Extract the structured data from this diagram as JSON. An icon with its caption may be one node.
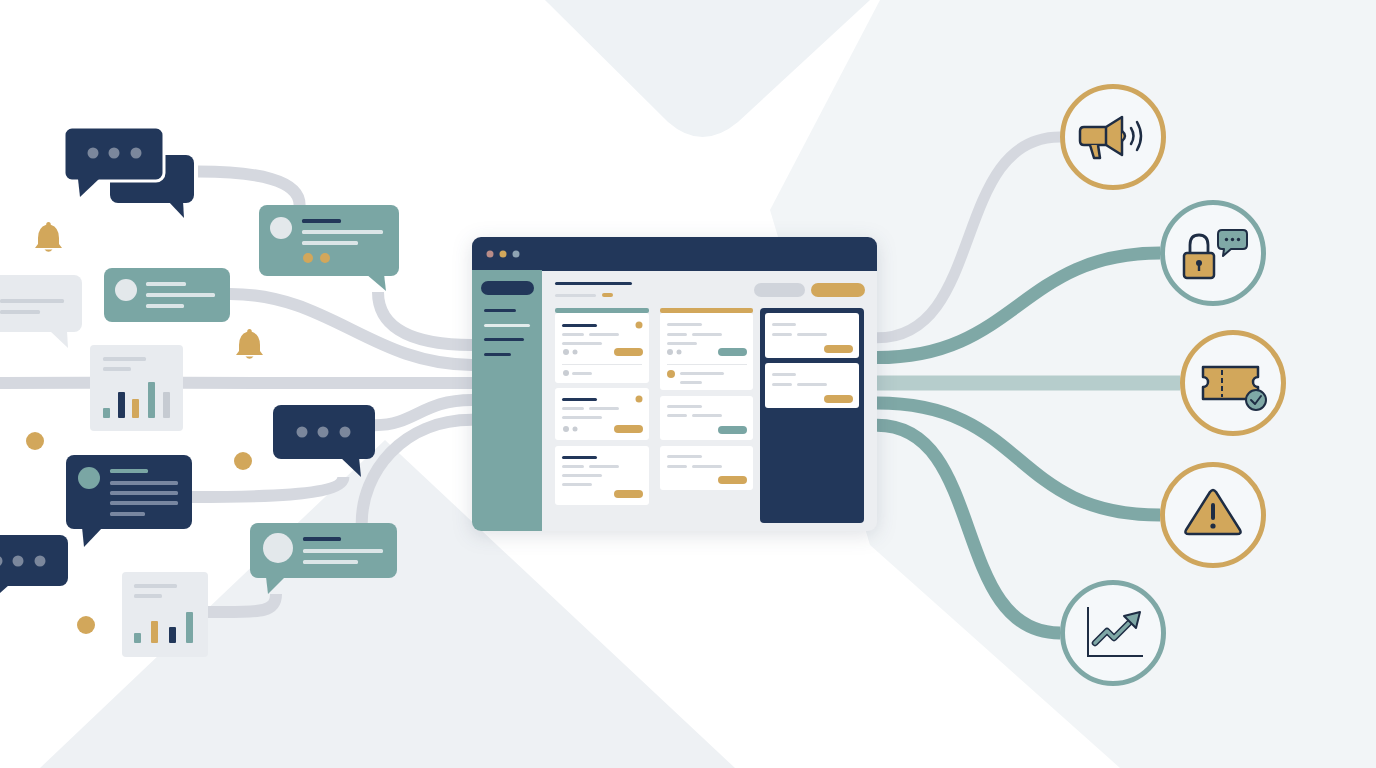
{
  "diagram": {
    "nodes": [
      {
        "text": [],
        "shape": "bubble"
      },
      {
        "text": [],
        "shape": "bubble"
      },
      {
        "text": [],
        "shape": "bubble"
      },
      {
        "text": [],
        "shape": "bubble"
      },
      {
        "text": [],
        "shape": "chart"
      },
      {
        "text": [],
        "shape": "bubble"
      },
      {
        "text": [],
        "shape": "bubble"
      },
      {
        "text": [],
        "shape": "bubble"
      },
      {
        "text": [],
        "shape": "bubble"
      },
      {
        "text": [],
        "shape": "chart"
      },
      {
        "text": [],
        "shape": "window"
      },
      {
        "text": [],
        "shape": "circle"
      },
      {
        "text": [],
        "shape": "circle"
      },
      {
        "text": [],
        "shape": "circle"
      },
      {
        "text": [],
        "shape": "circle"
      },
      {
        "text": [],
        "shape": "circle"
      }
    ],
    "edges": [
      {
        "from": 0,
        "to": 1,
        "arrow": "none"
      },
      {
        "from": 1,
        "to": 10,
        "arrow": "none"
      },
      {
        "from": 3,
        "to": 10,
        "arrow": "none"
      },
      {
        "from": null,
        "to": 4,
        "arrow": "none"
      },
      {
        "from": 4,
        "to": 10,
        "arrow": "none"
      },
      {
        "from": 6,
        "to": 5,
        "arrow": "none"
      },
      {
        "from": 5,
        "to": 10,
        "arrow": "none"
      },
      {
        "from": 9,
        "to": 7,
        "arrow": "none"
      },
      {
        "from": 7,
        "to": 10,
        "arrow": "none"
      },
      {
        "from": 10,
        "to": 11,
        "arrow": "none"
      },
      {
        "from": 10,
        "to": 12,
        "arrow": "none",
        "color": "#7fa8a6"
      },
      {
        "from": 10,
        "to": 13,
        "arrow": "none",
        "color": "#b6cdcc"
      },
      {
        "from": 10,
        "to": 14,
        "arrow": "none",
        "color": "#7fa8a6"
      },
      {
        "from": 10,
        "to": 15,
        "arrow": "none",
        "color": "#7fa8a6"
      }
    ]
  }
}
